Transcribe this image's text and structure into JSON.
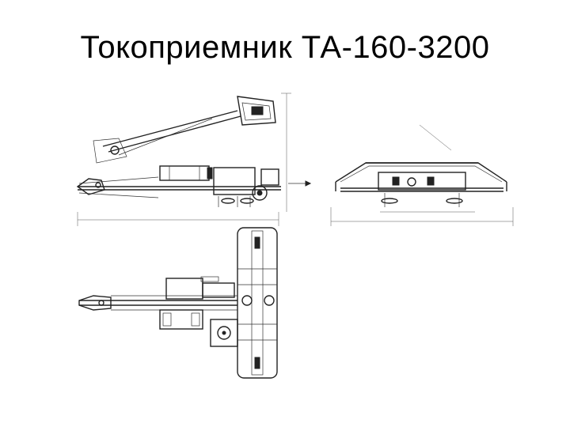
{
  "slide": {
    "title": "Токоприемник ТА-160-3200"
  },
  "drawings": {
    "side_view_icon": "pantograph-side-view",
    "front_view_icon": "pantograph-front-view",
    "top_view_icon": "pantograph-top-view"
  }
}
